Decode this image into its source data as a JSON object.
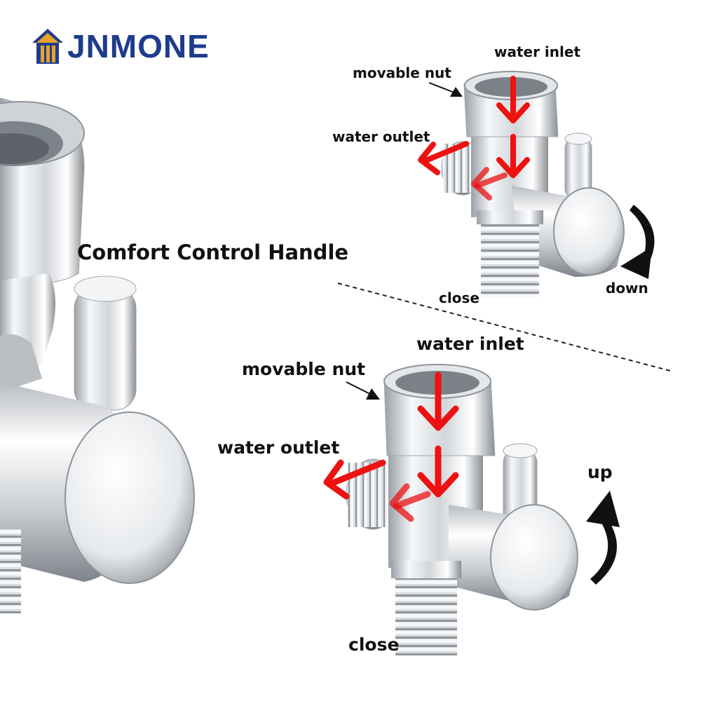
{
  "brand": {
    "name": "JNMONE"
  },
  "left_panel": {
    "handle_label": "Comfort Control Handle"
  },
  "top_diagram": {
    "water_inlet": "water inlet",
    "movable_nut": "movable nut",
    "water_outlet": "water outlet",
    "close": "close",
    "rotation": "down"
  },
  "bottom_diagram": {
    "water_inlet": "water inlet",
    "movable_nut": "movable nut",
    "water_outlet": "water outlet",
    "close": "close",
    "rotation": "up"
  },
  "colors": {
    "brand": "#1e3c8c",
    "brand_accent": "#e8a22a",
    "flow_arrow": "#ee1111",
    "chrome_light": "#f4f6f8",
    "chrome_dark": "#7d838a"
  },
  "icons": [
    "house-logo-icon",
    "flow-arrow-icon",
    "rotate-down-icon",
    "rotate-up-icon",
    "pointer-arrow-icon"
  ]
}
